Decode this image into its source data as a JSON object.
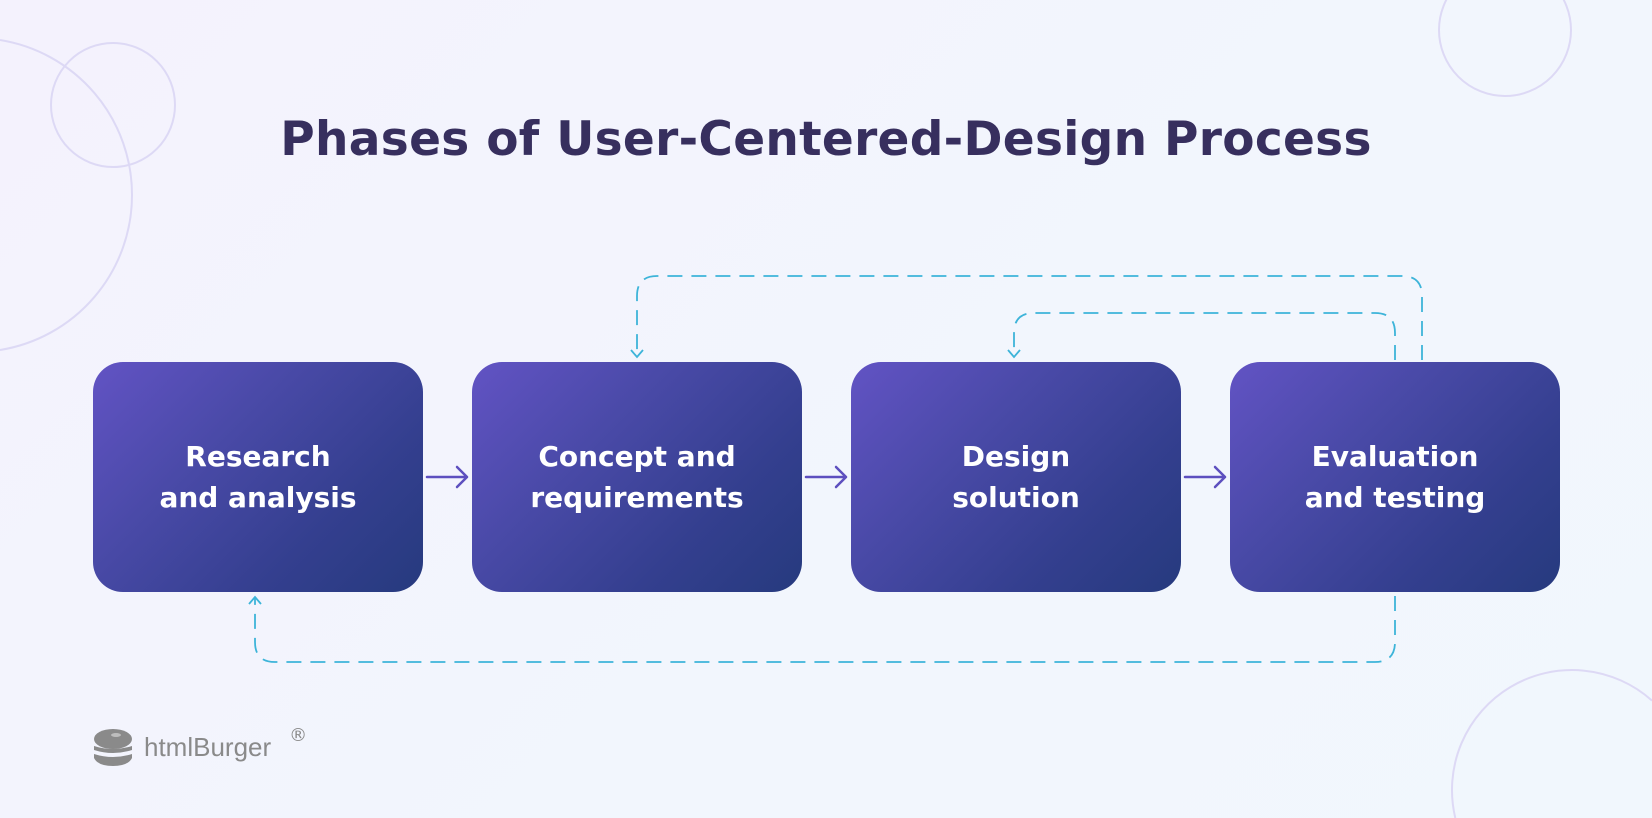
{
  "title": "Phases of User-Centered-Design Process",
  "phases": [
    {
      "line1": "Research",
      "line2": "and analysis"
    },
    {
      "line1": "Concept and",
      "line2": "requirements"
    },
    {
      "line1": "Design",
      "line2": "solution"
    },
    {
      "line1": "Evaluation",
      "line2": "and testing"
    }
  ],
  "logo": {
    "text": "htmlBurger",
    "mark": "®"
  },
  "colors": {
    "box_start": "#6253c4",
    "box_end": "#263a7e",
    "arrow": "#5d4fbf",
    "feedback": "#3db4d9",
    "title": "#372f5e"
  }
}
